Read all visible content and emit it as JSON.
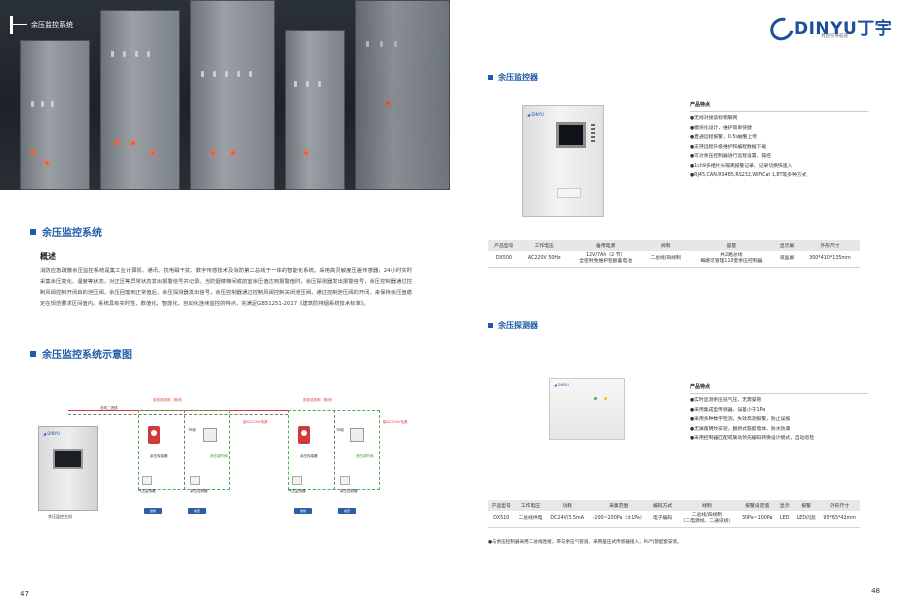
{
  "left": {
    "hero_tag": "余压监控系统",
    "system_heading": "余压监控系统",
    "overview_title": "概述",
    "overview_text": "消防应急疏散余压监控系统是集工业计算机、通讯、抗电磁干扰、数字传感技术及消防第二总线于一体的智能化系统。采用高灵敏度压差传感器，24小时实时采集余压变化、温度等状态，对正压等异常状态发出报警信号并记录。当防烟楼梯间或前室余压值达到报警值时，余压探测器发出报警信号，余压控制器通过控制风阀控制开闭启的泄压阀，余压回落到正常值后，余压探测器发出信号，余压控制器通过控制风阀控制关闭泄压阀，通过控制泄压阀的开闭，来保持余压值稳定在规范要求区间值内。系统具有实时性、数值化、智能化、自动化连续监控的特点，完满足GB51251-2017《建筑防排烟系统技术标准》。",
    "diagram_heading": "余压监控系统示意图",
    "diagram": {
      "panel_label": "余压监控主机",
      "top_line_label": "总线二进线",
      "zone1_top": "前室送风阀（常闭）",
      "zone2_top": "前室送风阀（常闭）",
      "power_label1": "接AC220V电源",
      "power_label2": "接AC220V电源",
      "sensor_label1": "余压传感器",
      "sensor_label2": "余压传感器",
      "valve_label1": "TB前",
      "valve_label2": "TB前",
      "stair_label1": "楼梯间",
      "stair_label2": "楼梯间",
      "front_label1": "前室",
      "front_label2": "前室",
      "green_label1": "泄压调节阀",
      "green_label2": "泄压调节阀",
      "box_label1": "气压监测器",
      "box_label2": "气压监测器",
      "box_label3": "余压控制器",
      "box_label4": "余压控制器",
      "btn1": "楼梯",
      "btn2": "前室",
      "btn3": "楼梯",
      "btn4": "前室"
    },
    "page_number": "47"
  },
  "right": {
    "logo_text": "DINYU丁宇",
    "logo_sub": "为您引导前途",
    "controller_heading": "余压监控器",
    "controller_features_title": "产品特点",
    "controller_features": [
      "●无线对接该标物联网",
      "●模块化设计，维护简单快捷",
      "●直通远程报警，0.5s触警上传",
      "●支持远程升级维护和编程数据下载",
      "●可对余压控制器进行远程设置、操控",
      "●1ch9多相片头隔离报警记录、记录切换快速入",
      "●RJ45,CAN,RS485,RS232,WiFiCat 1,8T等多种方式"
    ],
    "controller_table": {
      "headers": [
        "产品型号",
        "工作电压",
        "备用电源",
        "线制",
        "容量",
        "显示屏",
        "外形尺寸"
      ],
      "row": [
        "DX500",
        "AC220V 50Hz",
        "12V/7Ah（2 节）\n全密封免维护铅酸蓄电池",
        "二总线/四线制",
        "共2路总线\n每路可管理110套余压控制器",
        "液晶屏",
        "300*410*135mm"
      ]
    },
    "detector_heading": "余压探测器",
    "detector_features_title": "产品特点",
    "detector_features": [
      "●实时监测余压低气压、无需穿管",
      "●采用集成型传感器，误差小于1Pa",
      "●采用多种数字检测，失效高测报警，防止误报",
      "●无屏敞明纹安装，翻新式筋嵌墙体、防水防潮",
      "●采用控制器匹配或联动领先编码转换设计模式，自动巡检"
    ],
    "detector_table": {
      "headers": [
        "产品型号",
        "工作电压",
        "功耗",
        "采集范围",
        "编码方式",
        "线制",
        "报警设定值",
        "显示",
        "报警",
        "外形尺寸"
      ],
      "row": [
        "DX510",
        "二总线供电",
        "DC24V/3.5mA",
        "-200~200Pa（±1Pa）",
        "电子编码",
        "二总线/四线制\n（二电源线、二通讯线）",
        "30Pa~100Pa",
        "LED",
        "LED闪亮",
        "95*65*42mm"
      ]
    },
    "note": "●与余压控制器采用二总线连接，带与余压气管道、采用差压式传感器接入，PU气管配套安装。",
    "page_number": "48"
  },
  "colors": {
    "accent": "#1e5aa8",
    "warning_red": "#d83b3b",
    "green": "#2e9b2e"
  }
}
